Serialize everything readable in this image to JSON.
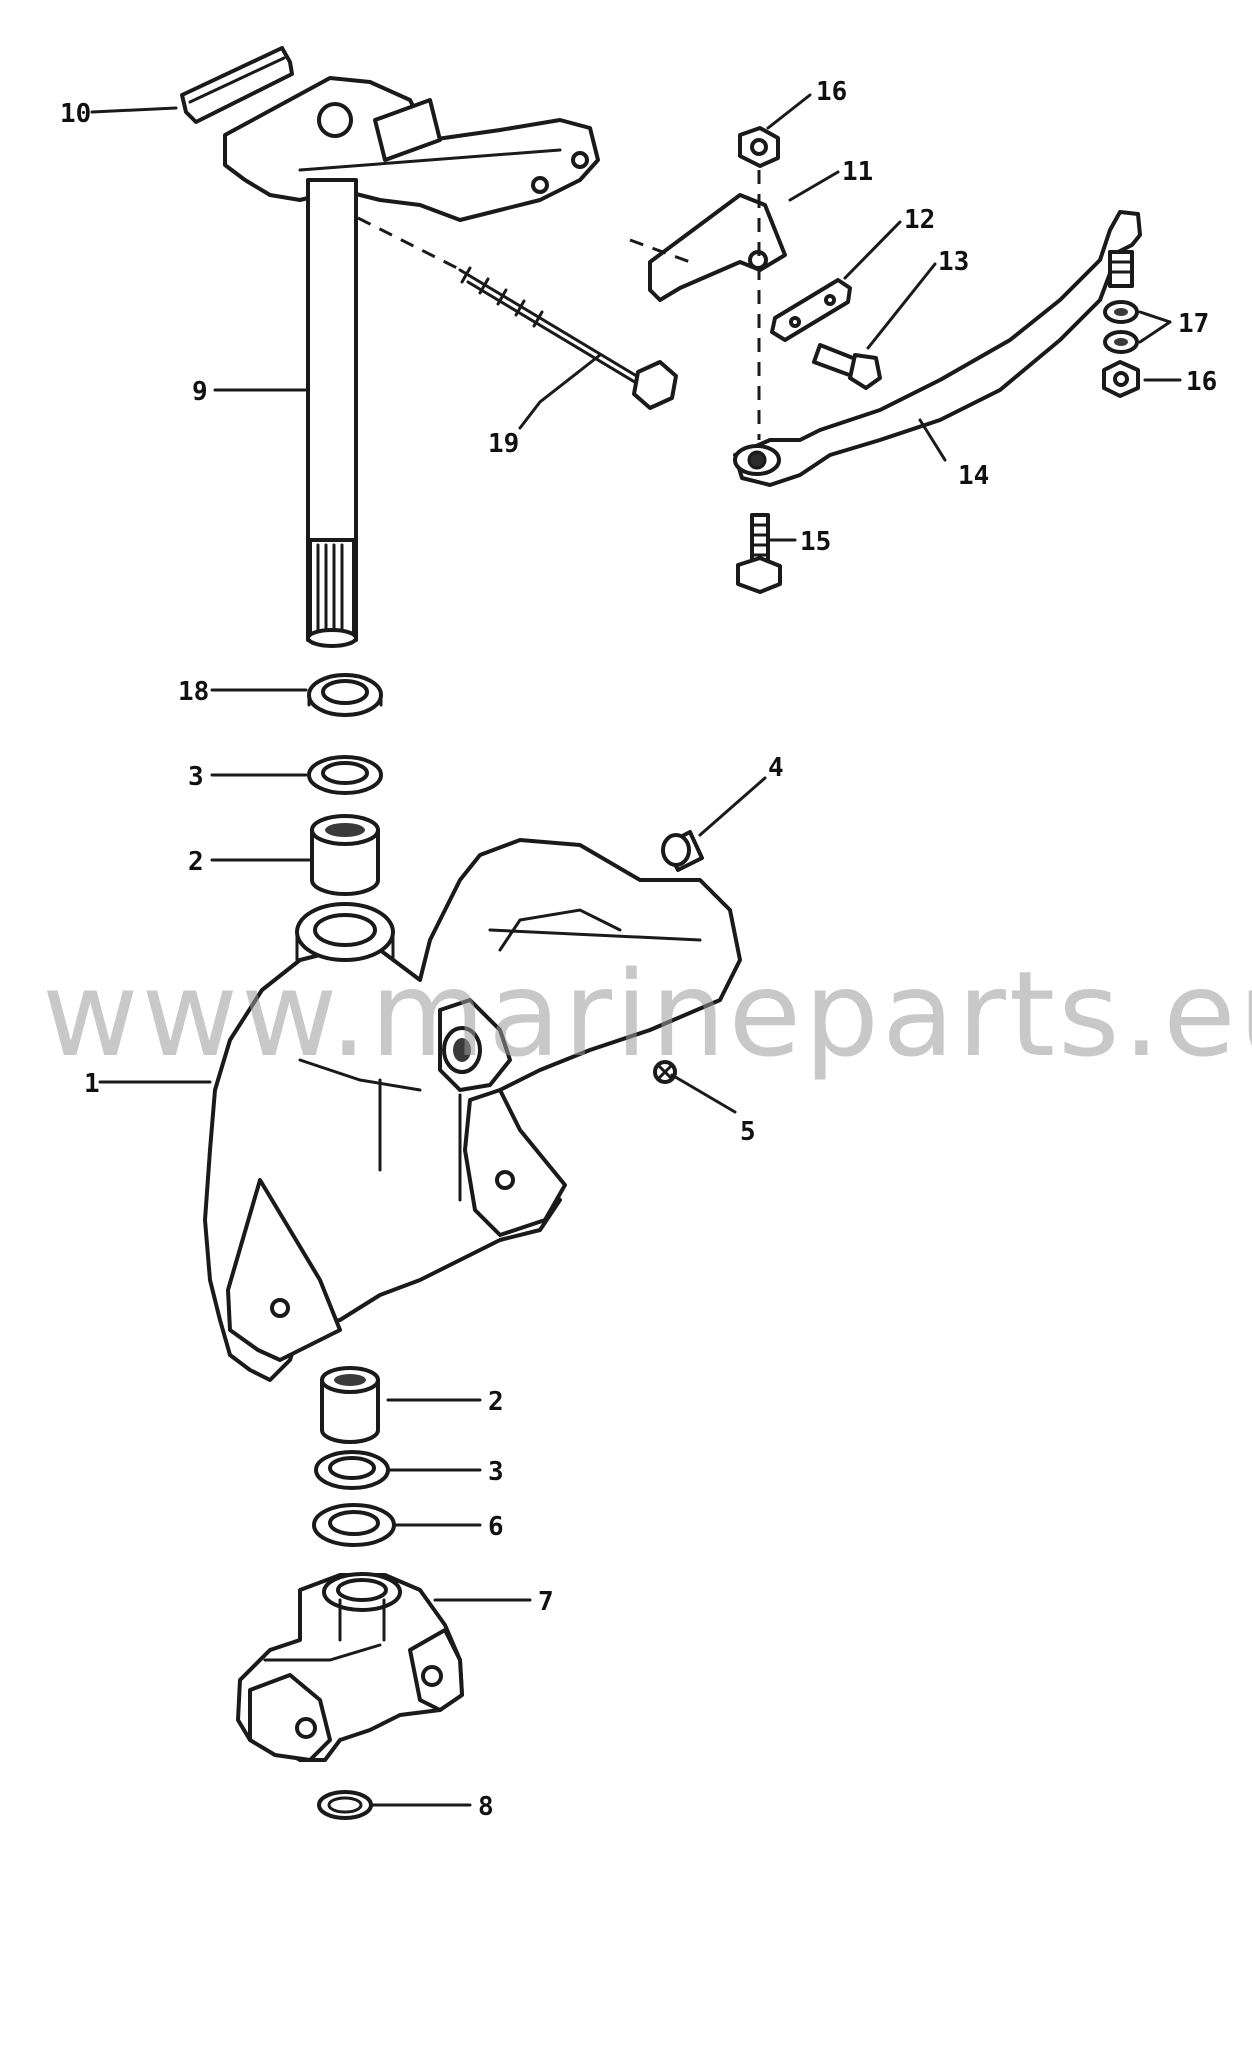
{
  "watermark": "www.marineparts.eu",
  "callouts": {
    "c1": "1",
    "c2a": "2",
    "c2b": "2",
    "c3a": "3",
    "c3b": "3",
    "c4": "4",
    "c5": "5",
    "c6": "6",
    "c7": "7",
    "c8": "8",
    "c9": "9",
    "c10": "10",
    "c11": "11",
    "c12": "12",
    "c13": "13",
    "c14": "14",
    "c15": "15",
    "c16a": "16",
    "c16b": "16",
    "c17": "17",
    "c18": "18",
    "c19": "19"
  }
}
